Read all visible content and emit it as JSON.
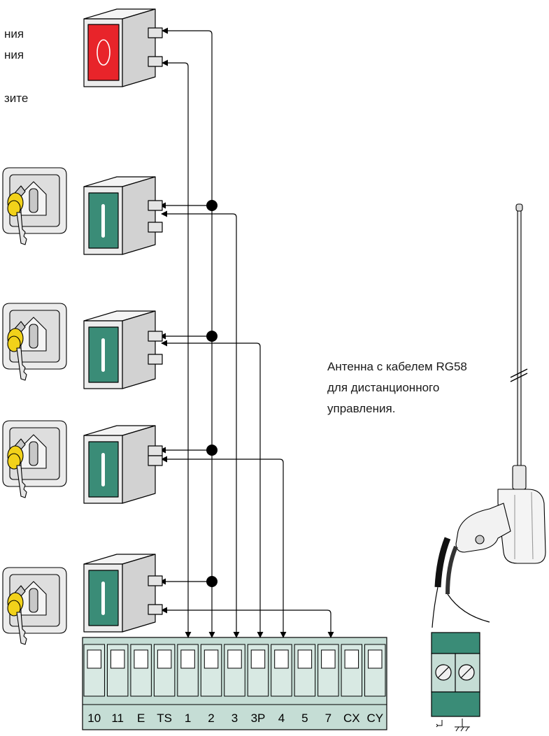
{
  "note": {
    "line1": "ния",
    "line2": "ния",
    "line3": "зите"
  },
  "antenna": {
    "line1": "Антенна с кабелем RG58",
    "line2": "для дистанционного",
    "line3": "управления."
  },
  "terminal_block": {
    "labels": [
      "10",
      "11",
      "E",
      "TS",
      "1",
      "2",
      "3",
      "3P",
      "4",
      "5",
      "7",
      "CX",
      "CY"
    ]
  },
  "antenna_terminal": {
    "symbols": [
      "signal-terminal-symbol",
      "ground-symbol"
    ]
  },
  "devices": {
    "stop_button": "red-stop-push-button-icon",
    "command_buttons": "green-push-button-icon",
    "key_selectors": "key-selector-switch-icon"
  },
  "colors": {
    "terminal_green": "#c5ddd5",
    "stop_red": "#e8242a",
    "button_green": "#3a8c77",
    "key_yellow": "#f2d21a"
  }
}
